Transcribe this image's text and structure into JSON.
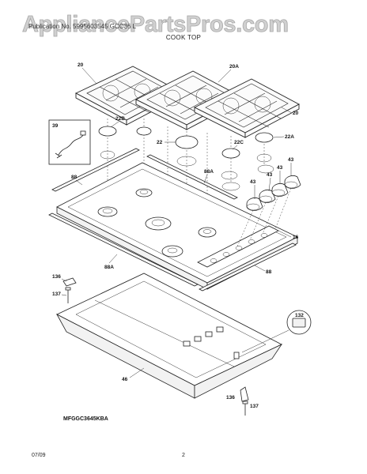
{
  "watermark": "AppliancePartsPros.com",
  "header_text": "Publication No. 5995603545    GCC36 L",
  "section_title": "COOK TOP",
  "model_number": "MFGGC3645KBA",
  "footer": {
    "date": "07/09",
    "page": "2"
  },
  "callouts": {
    "grate_left": "20",
    "grate_center": "20A",
    "grate_right": "20",
    "cap_22b": "22B",
    "cap_22": "22",
    "cap_22c": "22C",
    "cap_22a": "22A",
    "harness": "39",
    "trim_left": "88",
    "trim_top": "88A",
    "trim_bottom": "88A",
    "trim_right": "88",
    "knob_a": "43",
    "knob_b": "43",
    "knob_c": "43",
    "knob_d": "43",
    "bezel": "16",
    "bracket_top": "136",
    "screw_top": "137",
    "bracket_bottom": "136",
    "screw_bottom": "137",
    "pan": "46",
    "spark_module": "132"
  }
}
